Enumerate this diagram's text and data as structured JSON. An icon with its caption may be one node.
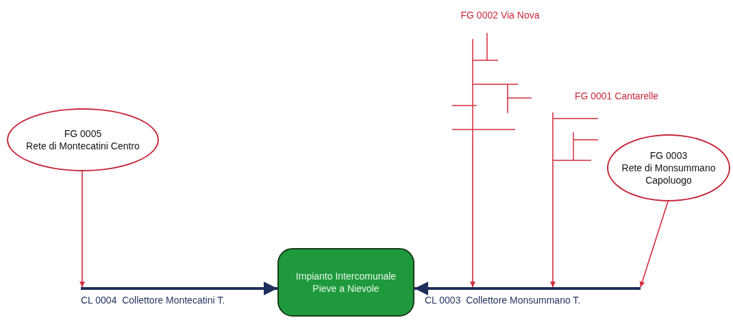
{
  "diagram": {
    "nodes": [
      {
        "text": [
          "FG 0005",
          "Rete di Montecatini Centro"
        ]
      },
      {
        "text": [],
        "shape": "bar",
        "beside": [
          "CL 0004  Collettore Montecatini T."
        ]
      },
      {
        "text": [
          "Impianto Intercomunale Pieve a Nievole"
        ]
      },
      {
        "text": [],
        "shape": "bar",
        "beside": [
          "CL 0003  Collettore Monsummano T."
        ]
      },
      {
        "text": [],
        "shape": "picture",
        "beside": [
          "FG 0002 Via Nova"
        ]
      },
      {
        "text": [],
        "shape": "picture",
        "beside": [
          "FG 0001 Cantarelle"
        ]
      },
      {
        "text": [
          "FG 0003",
          "Rete di Monsummano Capoluogo"
        ]
      }
    ],
    "edges": [
      {
        "from": 0,
        "to": 1,
        "arrow": "to"
      },
      {
        "from": 1,
        "to": 2,
        "arrow": "to",
        "style": "thick",
        "color": "#1f2f5c"
      },
      {
        "from": 3,
        "to": 2,
        "arrow": "to",
        "style": "thick",
        "color": "#1f2f5c"
      },
      {
        "from": 4,
        "to": 3,
        "arrow": "to"
      },
      {
        "from": 5,
        "to": 3,
        "arrow": "to"
      },
      {
        "from": 6,
        "to": 3,
        "arrow": "to"
      }
    ]
  }
}
